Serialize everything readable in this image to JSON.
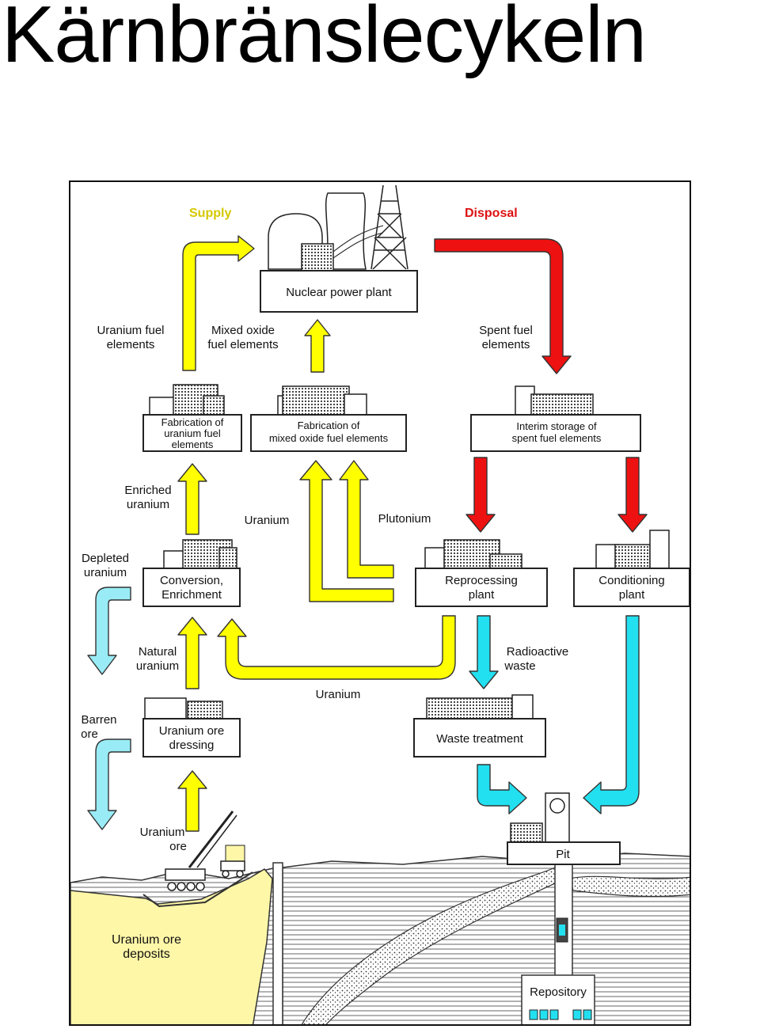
{
  "page_title": "Kärnbränslecykeln",
  "diagram": {
    "heading_supply": "Supply",
    "heading_disposal": "Disposal",
    "colors": {
      "supply": "#d4c800",
      "disposal": "#dd1111",
      "fuel_flow": "#ffff00",
      "spent_flow": "#ee1111",
      "waste_flow": "#22e0f0",
      "tailings_flow": "#99ecf6",
      "deposit": "#fff7a8"
    },
    "boxes": {
      "nuclear_power_plant": "Nuclear power plant",
      "fab_uranium": [
        "Fabrication of",
        "uranium fuel",
        "elements"
      ],
      "fab_mox": [
        "Fabrication of",
        "mixed oxide fuel elements"
      ],
      "interim_storage": [
        "Interim storage of",
        "spent fuel elements"
      ],
      "conversion": [
        "Conversion,",
        "Enrichment"
      ],
      "reprocessing": [
        "Reprocessing",
        "plant"
      ],
      "conditioning": [
        "Conditioning",
        "plant"
      ],
      "ore_dressing": [
        "Uranium ore",
        "dressing"
      ],
      "waste_treatment": "Waste treatment",
      "pit": "Pit"
    },
    "labels": {
      "uranium_fuel_elements": [
        "Uranium fuel",
        "elements"
      ],
      "mox_fuel_elements": [
        "Mixed oxide",
        "fuel elements"
      ],
      "spent_fuel_elements": [
        "Spent fuel",
        "elements"
      ],
      "enriched_uranium": [
        "Enriched",
        "uranium"
      ],
      "uranium_top": "Uranium",
      "plutonium": "Plutonium",
      "depleted_uranium": [
        "Depleted",
        "uranium"
      ],
      "natural_uranium": [
        "Natural",
        "uranium"
      ],
      "radioactive_waste": [
        "Radioactive",
        "waste"
      ],
      "uranium_recycle": "Uranium",
      "barren_ore": [
        "Barren",
        "ore"
      ],
      "uranium_ore": [
        "Uranium",
        "ore"
      ],
      "uranium_ore_deposits": [
        "Uranium ore",
        "deposits"
      ],
      "repository": "Repository"
    }
  }
}
